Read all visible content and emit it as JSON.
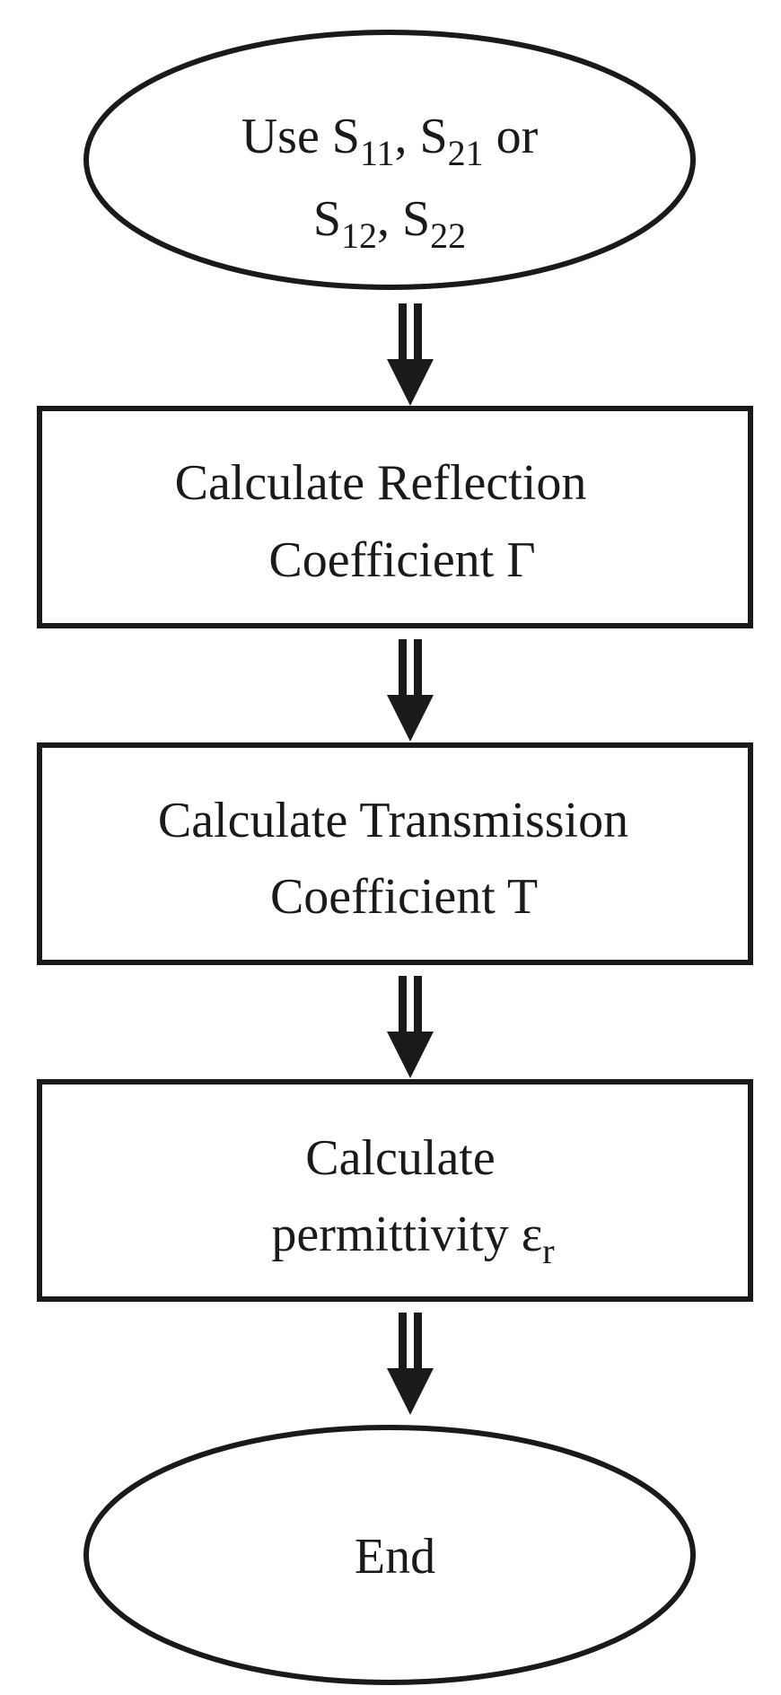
{
  "nodes": {
    "start": {
      "line1": {
        "prefix": "Use ",
        "s11_main": "S",
        "s11_sub": "11",
        "sep": ", ",
        "s21_main": "S",
        "s21_sub": "21",
        "suffix": " or"
      },
      "line2": {
        "s12_main": "S",
        "s12_sub": "12",
        "sep": ", ",
        "s22_main": "S",
        "s22_sub": "22"
      }
    },
    "reflection": {
      "line1": "Calculate Reflection",
      "line2": "Coefficient Γ"
    },
    "transmission": {
      "line1": "Calculate Transmission",
      "line2": "Coefficient T"
    },
    "permittivity": {
      "line1": "Calculate",
      "line2_main": "permittivity ε",
      "line2_sub": "r"
    },
    "end": {
      "label": "End"
    }
  },
  "colors": {
    "stroke": "#1a1a1a",
    "fill": "#ffffff"
  }
}
